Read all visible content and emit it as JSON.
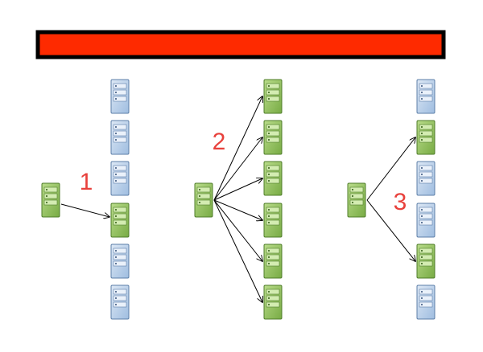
{
  "colors": {
    "banner_fill": "#fe2a00",
    "banner_border": "#000000",
    "label_color": "#e8413c",
    "server_inactive_fill": "#bcd3ec",
    "server_inactive_stroke": "#5d7fa8",
    "server_active_fill": "#93c25f",
    "server_active_stroke": "#4f7d2a",
    "arrow_color": "#000000"
  },
  "banner": {
    "icon": "red-banner-bar"
  },
  "scenarios": [
    {
      "label": "1",
      "source_icon": "server-icon",
      "targets": [
        "inactive",
        "inactive",
        "inactive",
        "active",
        "inactive",
        "inactive"
      ]
    },
    {
      "label": "2",
      "source_icon": "server-icon",
      "targets": [
        "active",
        "active",
        "active",
        "active",
        "active",
        "active"
      ]
    },
    {
      "label": "3",
      "source_icon": "server-icon",
      "targets": [
        "inactive",
        "active",
        "inactive",
        "inactive",
        "active",
        "inactive"
      ]
    }
  ]
}
